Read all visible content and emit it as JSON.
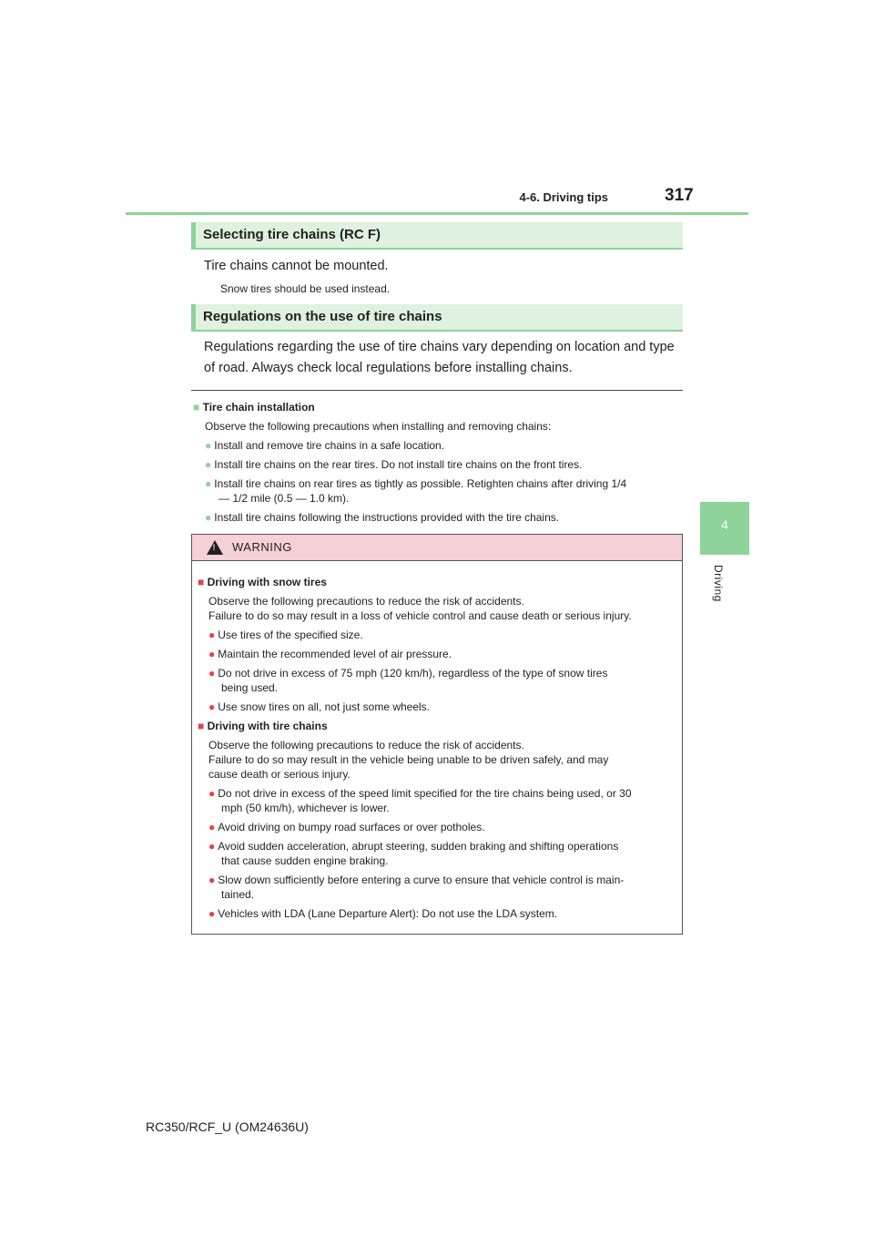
{
  "header": {
    "section": "4-6. Driving tips",
    "page_number": "317"
  },
  "side_tab": {
    "number": "4",
    "label": "Driving"
  },
  "sec1": {
    "title": "Selecting tire chains (RC F)",
    "text": "Tire chains cannot be mounted.",
    "note": "Snow tires should be used instead."
  },
  "sec2": {
    "title": "Regulations on the use of tire chains",
    "line1": "Regulations regarding the use of tire chains vary depending on location and type",
    "line2": "of road. Always check local regulations before installing chains."
  },
  "install": {
    "heading": "Tire chain installation",
    "intro": "Observe the following precautions when installing and removing chains:",
    "b1": "Install and remove tire chains in a safe location.",
    "b2": "Install tire chains on the rear tires. Do not install tire chains on the front tires.",
    "b3_l1": "Install tire chains on rear tires as tightly as possible. Retighten chains after driving 1/4",
    "b3_l2": "— 1/2 mile (0.5 — 1.0 km).",
    "b4": "Install tire chains following the instructions provided with the tire chains."
  },
  "warning": {
    "title": "WARNING",
    "snow_heading": "Driving with snow tires",
    "snow_p1": "Observe the following precautions to reduce the risk of accidents.",
    "snow_p2": "Failure to do so may result in a loss of vehicle control and cause death or serious injury.",
    "snow_b1": "Use tires of the specified size.",
    "snow_b2": "Maintain the recommended level of air pressure.",
    "snow_b3_l1": "Do not drive in excess of 75 mph (120 km/h), regardless of the type of snow tires",
    "snow_b3_l2": "being used.",
    "snow_b4": "Use snow tires on all, not just some wheels.",
    "chain_heading": "Driving with tire chains",
    "chain_p1": "Observe the following precautions to reduce the risk of accidents.",
    "chain_p2": "Failure to do so may result in the vehicle being unable to be driven safely, and may",
    "chain_p3": "cause death or serious injury.",
    "chain_b1_l1": "Do not drive in excess of the speed limit specified for the tire chains being used, or 30",
    "chain_b1_l2": "mph (50 km/h), whichever is lower.",
    "chain_b2": "Avoid driving on bumpy road surfaces or over potholes.",
    "chain_b3_l1": "Avoid sudden acceleration, abrupt steering, sudden braking and shifting operations",
    "chain_b3_l2": "that cause sudden engine braking.",
    "chain_b4_l1": "Slow down sufficiently before entering a curve to ensure that vehicle control is main-",
    "chain_b4_l2": "tained.",
    "chain_b5": "Vehicles with LDA (Lane Departure Alert): Do not use the LDA system."
  },
  "footer": "RC350/RCF_U (OM24636U)"
}
